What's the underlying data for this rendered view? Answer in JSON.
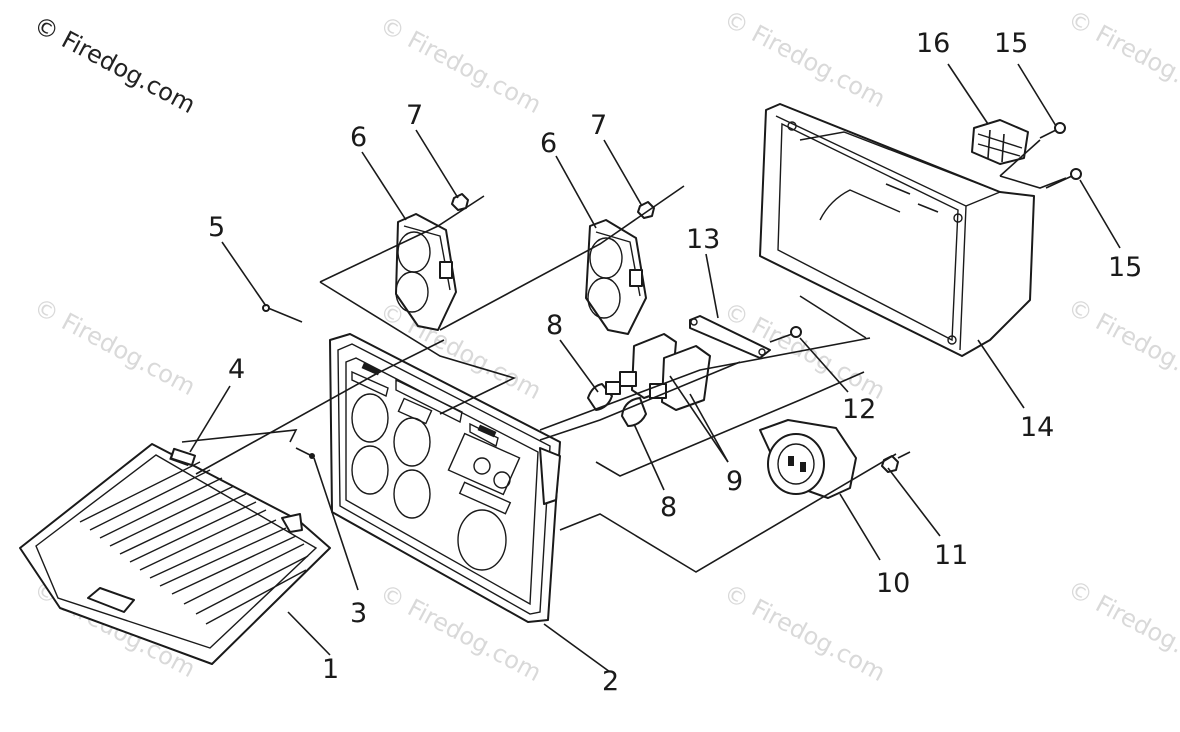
{
  "copyright": "© Firedog.com",
  "watermark_text": "© Firedog.com",
  "callouts": [
    "1",
    "2",
    "3",
    "4",
    "5",
    "6",
    "6",
    "7",
    "7",
    "8",
    "8",
    "9",
    "10",
    "11",
    "12",
    "13",
    "14",
    "15",
    "15",
    "16"
  ],
  "colors": {
    "line": "#1a1a1a",
    "watermark": "#d9d9d9",
    "background": "#ffffff"
  }
}
